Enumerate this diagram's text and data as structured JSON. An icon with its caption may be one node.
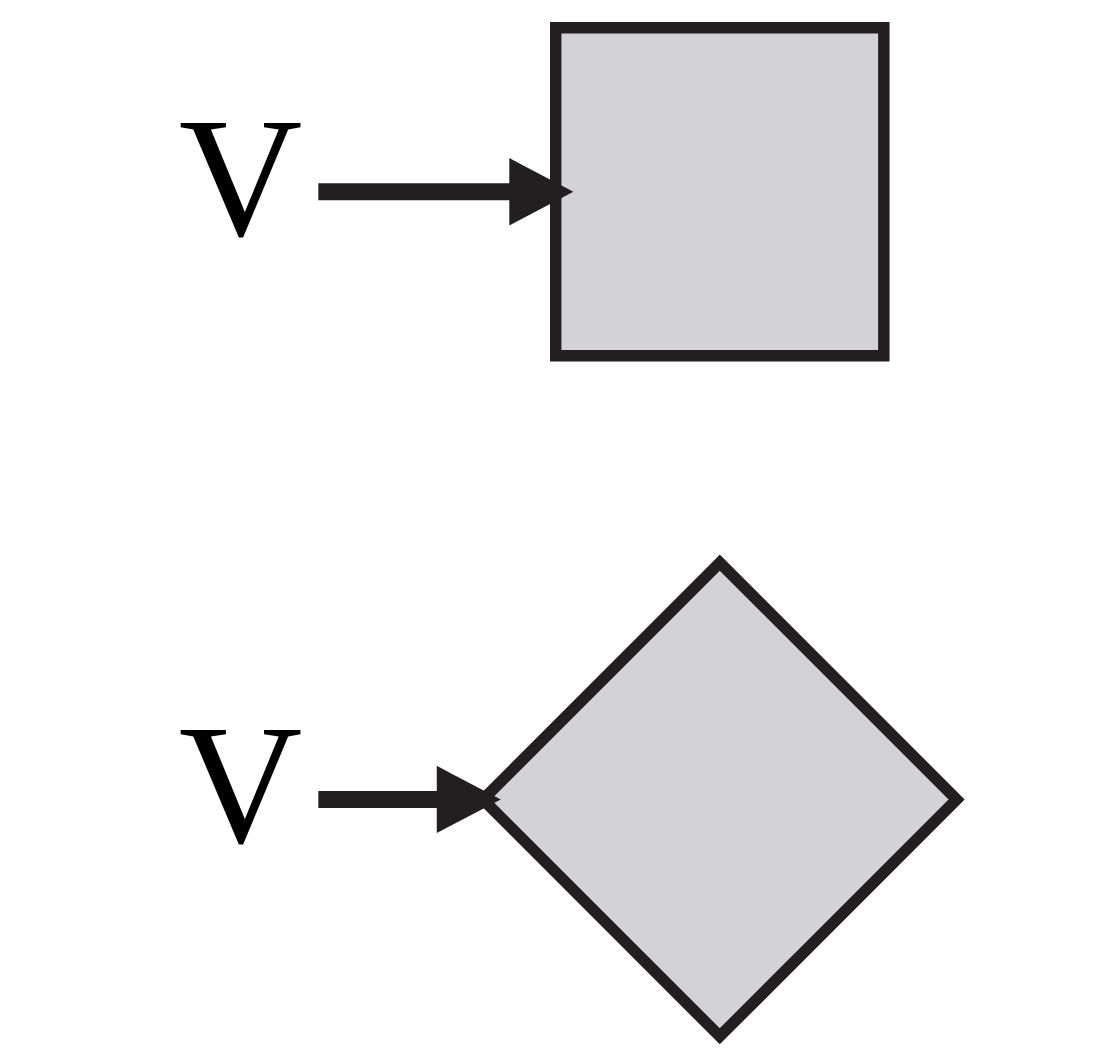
{
  "diagram": {
    "nodes": [
      {
        "text": [
          "V"
        ]
      },
      {
        "text": [],
        "shape": "diamond"
      },
      {
        "text": [
          "V"
        ]
      },
      {
        "text": [],
        "shape": "box"
      }
    ],
    "edges": [
      {
        "from": 0,
        "to": 1,
        "arrow": "to"
      },
      {
        "from": 2,
        "to": 3,
        "arrow": "to"
      }
    ]
  }
}
